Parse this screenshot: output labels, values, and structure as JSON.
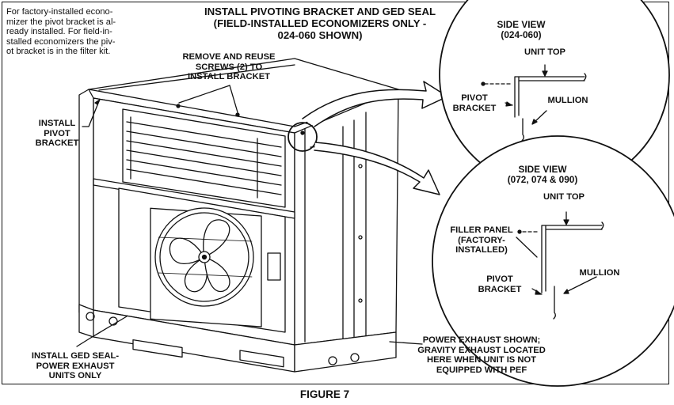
{
  "note": {
    "lines": [
      "For factory-installed econo-",
      "mizer the pivot bracket is al-",
      "ready installed. For field-in-",
      "stalled economizers the piv-",
      "ot bracket is in the filter kit."
    ]
  },
  "title": {
    "line1": "INSTALL PIVOTING BRACKET AND GED SEAL",
    "line2": "(FIELD-INSTALLED ECONOMIZERS ONLY -",
    "line3": "024-060 SHOWN)"
  },
  "callouts": {
    "remove_screws": [
      "REMOVE AND REUSE",
      "SCREWS (2) TO",
      "INSTALL BRACKET"
    ],
    "install_pivot": [
      "INSTALL",
      "PIVOT",
      "BRACKET"
    ],
    "ged_seal": [
      "INSTALL GED SEAL-",
      "POWER EXHAUST",
      "UNITS ONLY"
    ],
    "power_exhaust": [
      "POWER EXHAUST SHOWN;",
      "GRAVITY EXHAUST LOCATED",
      "HERE WHEN UNIT IS NOT",
      "EQUIPPED WITH PEF"
    ]
  },
  "detail_top": {
    "heading": [
      "SIDE VIEW",
      "(024-060)"
    ],
    "unit_top": "UNIT TOP",
    "pivot_bracket": [
      "PIVOT",
      "BRACKET"
    ],
    "mullion": "MULLION"
  },
  "detail_bottom": {
    "heading": [
      "SIDE VIEW",
      "(072, 074 & 090)"
    ],
    "unit_top": "UNIT TOP",
    "filler_panel": [
      "FILLER PANEL",
      "(FACTORY-",
      "INSTALLED)"
    ],
    "pivot_bracket": [
      "PIVOT",
      "BRACKET"
    ],
    "mullion": "MULLION"
  },
  "figure_label": "FIGURE 7"
}
